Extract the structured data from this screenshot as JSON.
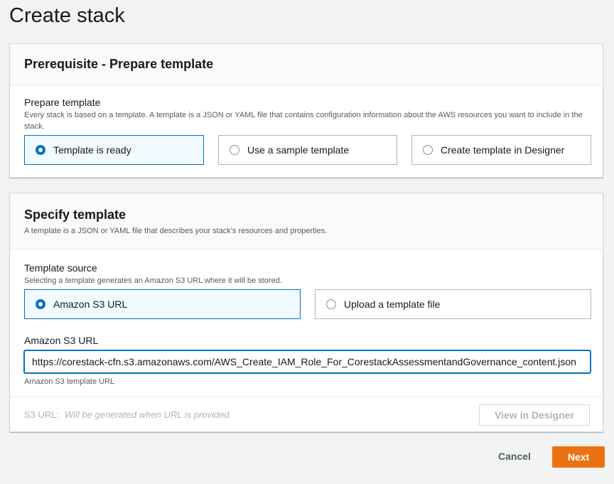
{
  "page": {
    "title": "Create stack"
  },
  "prerequisite": {
    "title": "Prerequisite - Prepare template",
    "field_label": "Prepare template",
    "field_desc": "Every stack is based on a template. A template is a JSON or YAML file that contains configuration information about the AWS resources you want to include in the stack.",
    "options": [
      {
        "label": "Template is ready",
        "selected": true
      },
      {
        "label": "Use a sample template",
        "selected": false
      },
      {
        "label": "Create template in Designer",
        "selected": false
      }
    ]
  },
  "specify": {
    "title": "Specify template",
    "desc": "A template is a JSON or YAML file that describes your stack's resources and properties.",
    "source_label": "Template source",
    "source_desc": "Selecting a template generates an Amazon S3 URL where it will be stored.",
    "options": [
      {
        "label": "Amazon S3 URL",
        "selected": true
      },
      {
        "label": "Upload a template file",
        "selected": false
      }
    ],
    "url_label": "Amazon S3 URL",
    "url_value": "https://corestack-cfn.s3.amazonaws.com/AWS_Create_IAM_Role_For_CorestackAssessmentandGovernance_content.json",
    "url_hint": "Amazon S3 template URL",
    "s3_label": "S3 URL:",
    "s3_value": "Will be generated when URL is provided",
    "view_designer_label": "View in Designer"
  },
  "actions": {
    "cancel_label": "Cancel",
    "next_label": "Next"
  },
  "colors": {
    "accent": "#0073bb",
    "primary_button": "#ec7211",
    "background": "#f2f3f3"
  }
}
